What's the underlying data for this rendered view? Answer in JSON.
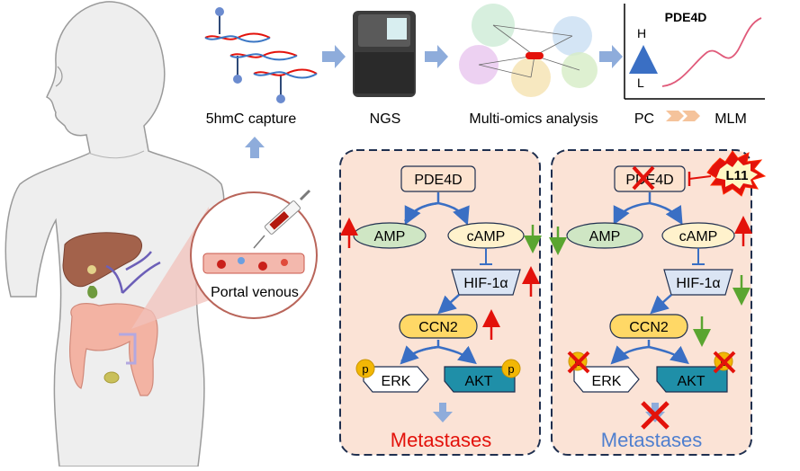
{
  "pipeline": {
    "steps": [
      {
        "label": "5hmC capture"
      },
      {
        "label": "NGS"
      },
      {
        "label": "Multi-omics analysis"
      }
    ],
    "chart": {
      "title": "PDE4D",
      "y_high": "H",
      "y_low": "L",
      "x_start": "PC",
      "x_end": "MLM"
    }
  },
  "sample": {
    "label": "Portal venous"
  },
  "panel_left": {
    "top": "PDE4D",
    "amp": "AMP",
    "camp": "cAMP",
    "hif": "HIF-1α",
    "ccn2": "CCN2",
    "erk": "ERK",
    "akt": "AKT",
    "p_mark": "p",
    "outcome": "Metastases",
    "outcome_color": "#e3120b"
  },
  "panel_right": {
    "top": "PDE4D",
    "inhibitor": "L11",
    "amp": "AMP",
    "camp": "cAMP",
    "hif": "HIF-1α",
    "ccn2": "CCN2",
    "erk": "ERK",
    "akt": "AKT",
    "p_mark": "p",
    "outcome": "Metastases",
    "outcome_color": "#4f7fcf"
  },
  "colors": {
    "panel_bg": "#fbe3d6",
    "panel_border": "#1f2f4f",
    "flow_arrow": "#8eacdb",
    "pathway_arrow": "#3a6fc4",
    "up_arrow": "#e3120b",
    "down_arrow": "#5aa530",
    "amp_fill": "#cfe6c4",
    "camp_fill": "#fff2cc",
    "ccn2_fill": "#ffd866",
    "hif_fill": "#dbe5f4",
    "akt_fill": "#1f8fa8",
    "cross": "#e3120b"
  }
}
